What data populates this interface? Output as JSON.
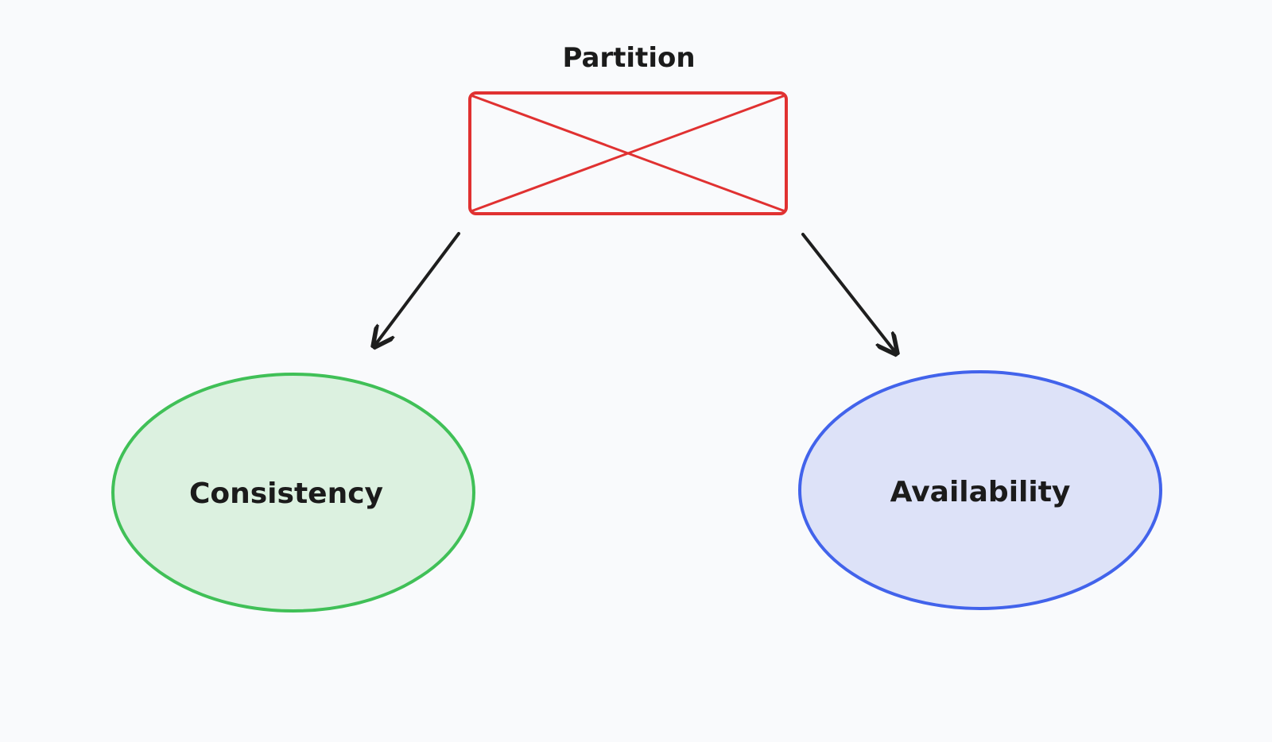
{
  "diagram": {
    "partition": {
      "label": "Partition",
      "stroke": "#e03131"
    },
    "consistency": {
      "label": "Consistency",
      "stroke": "#40c057",
      "fill": "#dcf1e0"
    },
    "availability": {
      "label": "Availability",
      "stroke": "#4263eb",
      "fill": "#dde2f8"
    },
    "arrow_color": "#1e1e1e"
  }
}
